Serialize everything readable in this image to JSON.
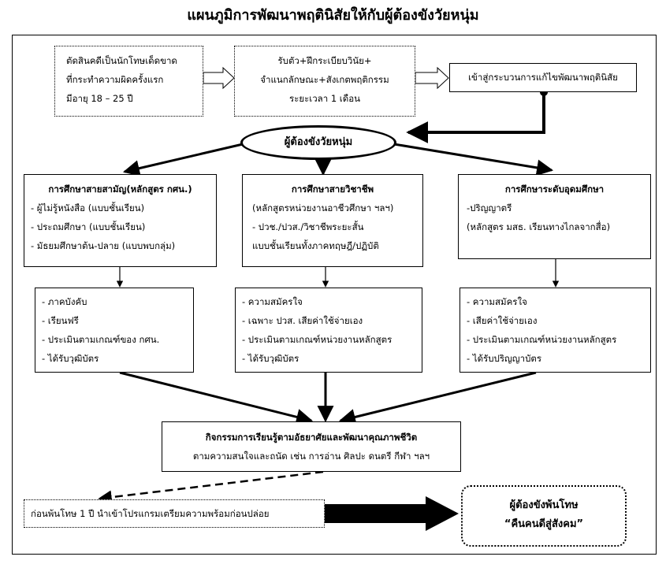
{
  "title": "แผนภูมิการพัฒนาพฤตินิสัยให้กับผู้ต้องขังวัยหนุ่ม",
  "intake": {
    "criteria": [
      "ตัดสินคดีเป็นนักโทษเด็ดขาด",
      "ที่กระทำความผิดครั้งแรก",
      "มีอายุ 18 – 25 ปี"
    ],
    "reception": [
      "รับตัว+ฝึกระเบียบวินัย+",
      "จำแนกลักษณะ+สังเกตพฤติกรรม",
      "ระยะเวลา 1 เดือน"
    ],
    "process": "เข้าสู่กระบวนการแก้ไขพัฒนาพฤตินิสัย"
  },
  "center_node": "ผู้ต้องขังวัยหนุ่ม",
  "tracks": [
    {
      "heading": "การศึกษาสายสามัญ(หลักสูตร กศน.)",
      "items": [
        "- ผู้ไม่รู้หนังสือ (แบบชั้นเรียน)",
        "- ประถมศึกษา (แบบชั้นเรียน)",
        "- มัธยมศึกษาต้น-ปลาย (แบบพบกลุ่ม)"
      ],
      "conditions": [
        "- ภาคบังคับ",
        "- เรียนฟรี",
        "- ประเมินตามเกณฑ์ของ กศน.",
        "- ได้รับวุฒิบัตร"
      ]
    },
    {
      "heading": "การศึกษาสายวิชาชีพ",
      "items": [
        "(หลักสูตรหน่วยงานอาชีวศึกษา ฯลฯ)",
        "- ปวช./ปวส./วิชาชีพระยะสั้น",
        "แบบชั้นเรียนทั้งภาคทฤษฎี/ปฏิบัติ"
      ],
      "conditions": [
        "- ความสมัครใจ",
        "- เฉพาะ ปวส. เสียค่าใช้จ่ายเอง",
        "- ประเมินตามเกณฑ์หน่วยงานหลักสูตร",
        "- ได้รับวุฒิบัตร"
      ]
    },
    {
      "heading": "การศึกษาระดับอุดมศึกษา",
      "items": [
        "-ปริญญาตรี",
        "(หลักสูตร มสธ. เรียนทางไกลจากสื่อ)"
      ],
      "conditions": [
        "- ความสมัครใจ",
        "- เสียค่าใช้จ่ายเอง",
        "- ประเมินตามเกณฑ์หน่วยงานหลักสูตร",
        "- ได้รับปริญญาบัตร"
      ]
    }
  ],
  "activities": {
    "heading": "กิจกรรมการเรียนรู้ตามอัธยาศัยและพัฒนาคุณภาพชีวิต",
    "detail": "ตามความสนใจและถนัด เช่น การอ่าน ศิลปะ ดนตรี กีฬา ฯลฯ"
  },
  "pre_release": "ก่อนพ้นโทษ 1 ปี นำเข้าโปรแกรมเตรียมความพร้อมก่อนปล่อย",
  "outcome": [
    "ผู้ต้องขังพ้นโทษ",
    "“คืนคนดีสู่สังคม”"
  ]
}
